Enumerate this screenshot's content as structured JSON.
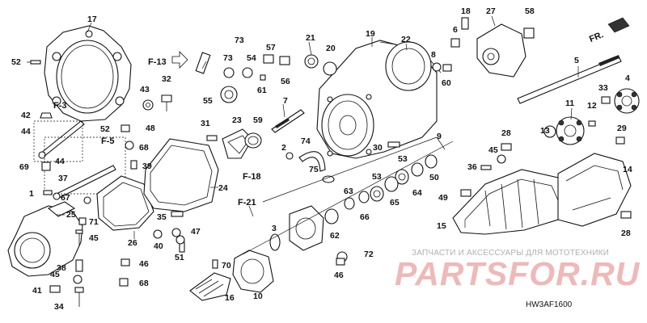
{
  "diagram_code": "HW3AF1600",
  "watermark": {
    "line1": "ЗАПЧАСТИ И АКСЕССУАРЫ ДЛЯ МОТОТЕХНИКИ",
    "line2": "PARTSFOR.RU"
  },
  "direction_label": "FR.",
  "refs": [
    "F-13",
    "F-3",
    "F-5",
    "F-18",
    "F-21"
  ],
  "callouts": [
    "1",
    "2",
    "3",
    "4",
    "5",
    "6",
    "7",
    "8",
    "9",
    "10",
    "11",
    "12",
    "13",
    "14",
    "15",
    "16",
    "17",
    "18",
    "19",
    "20",
    "21",
    "22",
    "23",
    "24",
    "25",
    "26",
    "27",
    "28",
    "28",
    "29",
    "30",
    "31",
    "32",
    "33",
    "34",
    "35",
    "36",
    "37",
    "38",
    "39",
    "40",
    "41",
    "42",
    "43",
    "44",
    "44",
    "45",
    "45",
    "45",
    "46",
    "46",
    "47",
    "48",
    "49",
    "50",
    "51",
    "52",
    "52",
    "53",
    "53",
    "54",
    "55",
    "56",
    "57",
    "58",
    "59",
    "60",
    "61",
    "62",
    "63",
    "64",
    "65",
    "66",
    "67",
    "68",
    "68",
    "69",
    "70",
    "71",
    "72",
    "73",
    "73",
    "74",
    "75"
  ]
}
